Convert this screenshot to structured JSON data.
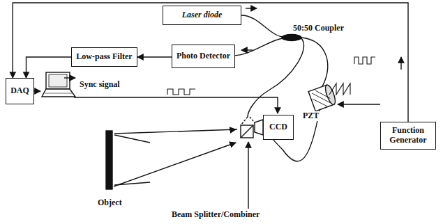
{
  "diagram": {
    "nodes": [
      {
        "text": [
          "Laser diode"
        ]
      },
      {
        "text": [
          "Photo Detector"
        ]
      },
      {
        "text": [
          "Low-pass Filter"
        ]
      },
      {
        "text": [
          "DAQ"
        ]
      },
      {
        "text": [
          "CCD"
        ]
      },
      {
        "text": [
          "Function Generator"
        ]
      }
    ],
    "edges": [
      {
        "from": 1,
        "to": 2,
        "arrow": "to"
      },
      {
        "from": 2,
        "to": 3,
        "arrow": "to"
      },
      {
        "from": 5,
        "to": 3,
        "arrow": "to"
      }
    ],
    "labels": [
      "50:50 Coupler",
      "PZT",
      "Sync signal",
      "Object",
      "Beam Splitter/Combiner"
    ]
  }
}
